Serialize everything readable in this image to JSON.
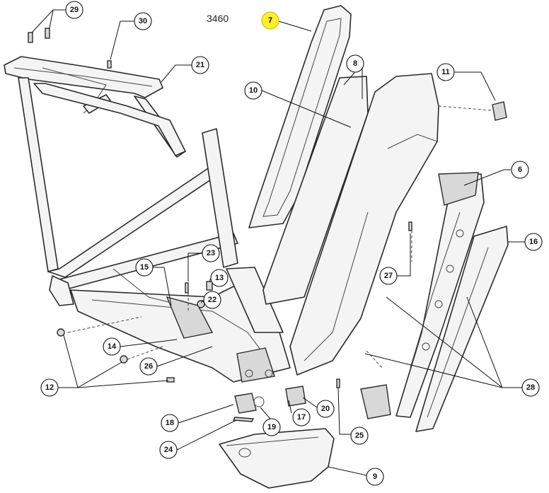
{
  "drawing_number": "3460",
  "highlight_color": "#ffee33",
  "callouts": [
    {
      "id": "c29",
      "label": "29"
    },
    {
      "id": "c30",
      "label": "30"
    },
    {
      "id": "c7",
      "label": "7",
      "highlighted": true
    },
    {
      "id": "c21",
      "label": "21"
    },
    {
      "id": "c8",
      "label": "8"
    },
    {
      "id": "c10",
      "label": "10"
    },
    {
      "id": "c11",
      "label": "11"
    },
    {
      "id": "c6",
      "label": "6"
    },
    {
      "id": "c16",
      "label": "16"
    },
    {
      "id": "c27",
      "label": "27"
    },
    {
      "id": "c23",
      "label": "23"
    },
    {
      "id": "c15",
      "label": "15"
    },
    {
      "id": "c13",
      "label": "13"
    },
    {
      "id": "c22",
      "label": "22"
    },
    {
      "id": "c14",
      "label": "14"
    },
    {
      "id": "c26",
      "label": "26"
    },
    {
      "id": "c12",
      "label": "12"
    },
    {
      "id": "c28",
      "label": "28"
    },
    {
      "id": "c18",
      "label": "18"
    },
    {
      "id": "c19",
      "label": "19"
    },
    {
      "id": "c17",
      "label": "17"
    },
    {
      "id": "c20",
      "label": "20"
    },
    {
      "id": "c24",
      "label": "24"
    },
    {
      "id": "c25",
      "label": "25"
    },
    {
      "id": "c9",
      "label": "9"
    }
  ]
}
